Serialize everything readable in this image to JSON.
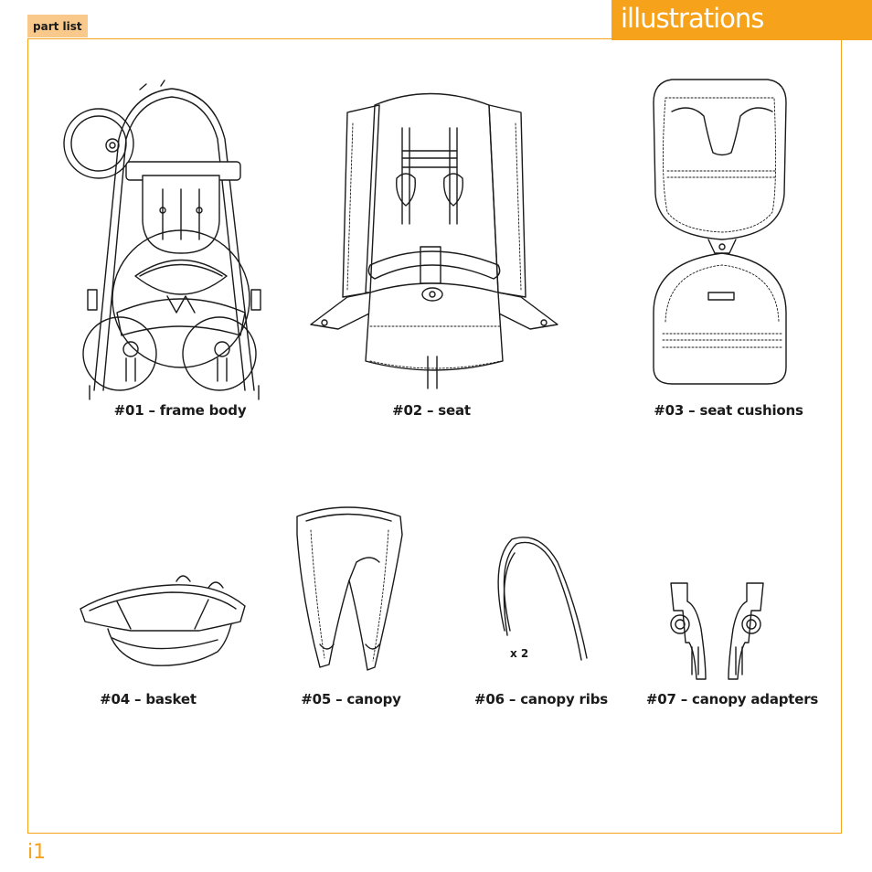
{
  "header": {
    "section_tab": "part list",
    "title": "illustrations"
  },
  "page_number": "i1",
  "colors": {
    "accent": "#f6a21a",
    "tab": "#f9c98c"
  },
  "parts": [
    {
      "id": "frame-body",
      "caption": "#01 – frame body"
    },
    {
      "id": "seat",
      "caption": "#02 – seat"
    },
    {
      "id": "seat-cushions",
      "caption": "#03 – seat cushions"
    },
    {
      "id": "basket",
      "caption": "#04 – basket"
    },
    {
      "id": "canopy",
      "caption": "#05 – canopy"
    },
    {
      "id": "canopy-ribs",
      "caption": "#06 – canopy ribs",
      "quantity": "x 2"
    },
    {
      "id": "canopy-adapters",
      "caption": "#07 – canopy adapters"
    }
  ]
}
